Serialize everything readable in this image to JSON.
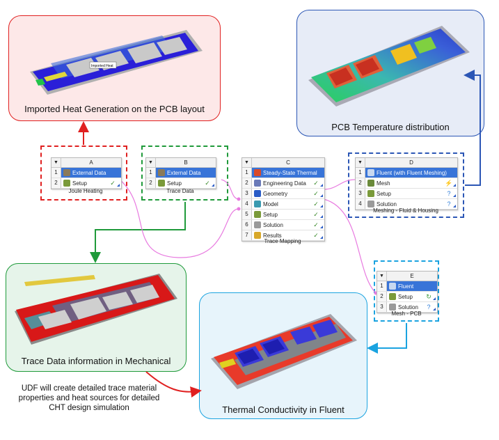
{
  "panels": {
    "heat": {
      "caption": "Imported Heat Generation on the PCB layout",
      "inset_label": "Imported Heat"
    },
    "temp": {
      "caption": "PCB Temperature distribution"
    },
    "trace": {
      "caption": "Trace Data information in Mechanical"
    },
    "cond": {
      "caption": "Thermal Conductivity in Fluent"
    }
  },
  "note": {
    "lines": [
      "UDF will create detailed trace material",
      "properties and heat sources for detailed",
      "CHT design simulation"
    ]
  },
  "systems": {
    "A": {
      "letter": "A",
      "name": "Joule Heating",
      "rows": [
        {
          "n": "1",
          "label": "External Data",
          "status": ""
        },
        {
          "n": "2",
          "label": "Setup",
          "status": "✓"
        }
      ]
    },
    "B": {
      "letter": "B",
      "name": "Trace Data",
      "rows": [
        {
          "n": "1",
          "label": "External Data",
          "status": ""
        },
        {
          "n": "2",
          "label": "Setup",
          "status": "✓"
        }
      ]
    },
    "C": {
      "letter": "C",
      "name": "Trace Mapping",
      "rows": [
        {
          "n": "1",
          "label": "Steady-State Thermal",
          "status": ""
        },
        {
          "n": "2",
          "label": "Engineering Data",
          "status": "✓"
        },
        {
          "n": "3",
          "label": "Geometry",
          "status": "✓"
        },
        {
          "n": "4",
          "label": "Model",
          "status": "✓"
        },
        {
          "n": "5",
          "label": "Setup",
          "status": "✓"
        },
        {
          "n": "6",
          "label": "Solution",
          "status": "✓"
        },
        {
          "n": "7",
          "label": "Results",
          "status": "✓"
        }
      ]
    },
    "D": {
      "letter": "D",
      "name": "Meshing - Fluid & Housing",
      "rows": [
        {
          "n": "1",
          "label": "Fluent (with Fluent Meshing)",
          "status": ""
        },
        {
          "n": "2",
          "label": "Mesh",
          "status": "⚡"
        },
        {
          "n": "3",
          "label": "Setup",
          "status": "?"
        },
        {
          "n": "4",
          "label": "Solution",
          "status": "?"
        }
      ]
    },
    "E": {
      "letter": "E",
      "name": "Mesh - PCB",
      "rows": [
        {
          "n": "1",
          "label": "Fluent",
          "status": ""
        },
        {
          "n": "2",
          "label": "Setup",
          "status": "↻"
        },
        {
          "n": "3",
          "label": "Solution",
          "status": "?"
        }
      ]
    }
  },
  "colors": {
    "red": "#e02020",
    "green": "#1f9a3a",
    "blue": "#2b56b5",
    "cyan": "#1aa3e0",
    "magenta": "#e87be0"
  }
}
